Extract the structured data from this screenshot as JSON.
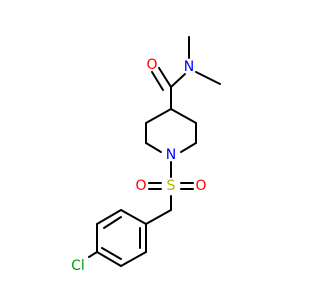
{
  "molecule": {
    "atoms": {
      "O_carbonyl": "O",
      "N_amide": "N",
      "N_ring": "N",
      "S": "S",
      "O_sulfonyl_left": "O",
      "O_sulfonyl_right": "O",
      "Cl": "Cl"
    },
    "colors": {
      "bond": "#000000",
      "oxygen": "#ff0000",
      "nitrogen": "#0000ff",
      "sulfur": "#b5b500",
      "chlorine": "#00a000"
    }
  }
}
